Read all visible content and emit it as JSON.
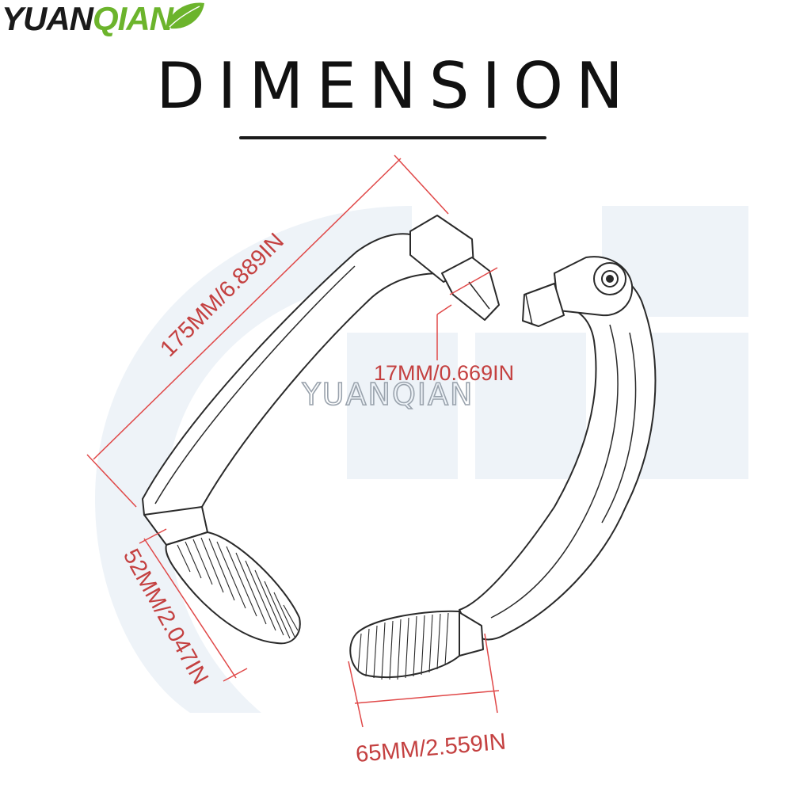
{
  "brand": {
    "text": "YUANQIAN",
    "dark_part": "YUAN",
    "green_part": "QIAN",
    "colors": {
      "dark": "#1a1a1a",
      "green": "#6cb42c"
    },
    "leaf_icon": "leaf-icon"
  },
  "header": {
    "title": "DIMENSION"
  },
  "watermark": {
    "text": "YUANQIAN",
    "color": "#d8dfe8"
  },
  "dimensions": {
    "length": "175MM/6.889IN",
    "bar_end": "17MM/0.669IN",
    "grip_height": "52MM/2.047IN",
    "grip_width": "65MM/2.559IN"
  },
  "colors": {
    "dimension_line": "#e04848",
    "dimension_text": "#c44040",
    "outline": "#2a2a2a",
    "background_shape": "#eef3f8"
  }
}
